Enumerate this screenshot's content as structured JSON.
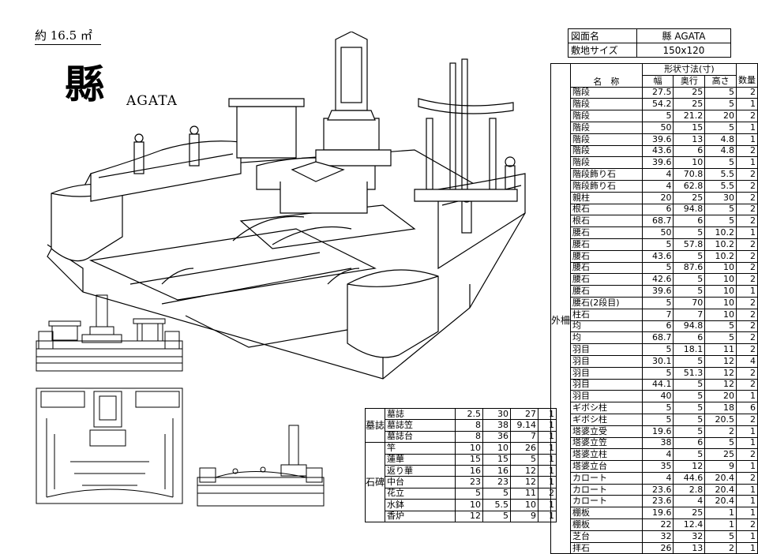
{
  "area_label": "約 16.5 ㎡",
  "title_kanji": "縣",
  "title_roman": "AGATA",
  "info": {
    "drawing_name_label": "図面名",
    "drawing_name_value": "縣 AGATA",
    "site_size_label": "敷地サイズ",
    "site_size_value": "150x120"
  },
  "spec_table": {
    "header_top": "形状寸法(寸)",
    "header_name": "名　称",
    "header_cols": [
      "幅",
      "奥行",
      "高さ",
      "数量"
    ],
    "group_label": "外柵",
    "rows": [
      [
        "階段",
        "27.5",
        "25",
        "5",
        "2"
      ],
      [
        "階段",
        "54.2",
        "25",
        "5",
        "1"
      ],
      [
        "階段",
        "5",
        "21.2",
        "20",
        "2"
      ],
      [
        "階段",
        "50",
        "15",
        "5",
        "1"
      ],
      [
        "階段",
        "39.6",
        "13",
        "4.8",
        "1"
      ],
      [
        "階段",
        "43.6",
        "6",
        "4.8",
        "2"
      ],
      [
        "階段",
        "39.6",
        "10",
        "5",
        "1"
      ],
      [
        "階段飾り石",
        "4",
        "70.8",
        "5.5",
        "2"
      ],
      [
        "階段飾り石",
        "4",
        "62.8",
        "5.5",
        "2"
      ],
      [
        "親柱",
        "20",
        "25",
        "30",
        "2"
      ],
      [
        "根石",
        "6",
        "94.8",
        "5",
        "2"
      ],
      [
        "根石",
        "68.7",
        "6",
        "5",
        "2"
      ],
      [
        "腰石",
        "50",
        "5",
        "10.2",
        "1"
      ],
      [
        "腰石",
        "5",
        "57.8",
        "10.2",
        "2"
      ],
      [
        "腰石",
        "43.6",
        "5",
        "10.2",
        "2"
      ],
      [
        "腰石",
        "5",
        "87.6",
        "10",
        "2"
      ],
      [
        "腰石",
        "42.6",
        "5",
        "10",
        "2"
      ],
      [
        "腰石",
        "39.6",
        "5",
        "10",
        "1"
      ],
      [
        "腰石(2段目)",
        "5",
        "70",
        "10",
        "2"
      ],
      [
        "柱石",
        "7",
        "7",
        "10",
        "2"
      ],
      [
        "均",
        "6",
        "94.8",
        "5",
        "2"
      ],
      [
        "均",
        "68.7",
        "6",
        "5",
        "2"
      ],
      [
        "羽目",
        "5",
        "18.1",
        "11",
        "2"
      ],
      [
        "羽目",
        "30.1",
        "5",
        "12",
        "4"
      ],
      [
        "羽目",
        "5",
        "51.3",
        "12",
        "2"
      ],
      [
        "羽目",
        "44.1",
        "5",
        "12",
        "2"
      ],
      [
        "羽目",
        "40",
        "5",
        "20",
        "1"
      ],
      [
        "ギボシ柱",
        "5",
        "5",
        "18",
        "6"
      ],
      [
        "ギボシ柱",
        "5",
        "5",
        "20.5",
        "2"
      ],
      [
        "塔婆立受",
        "19.6",
        "5",
        "2",
        "1"
      ],
      [
        "塔婆立笠",
        "38",
        "6",
        "5",
        "1"
      ],
      [
        "塔婆立柱",
        "4",
        "5",
        "25",
        "2"
      ],
      [
        "塔婆立台",
        "35",
        "12",
        "9",
        "1"
      ],
      [
        "カロート",
        "4",
        "44.6",
        "20.4",
        "2"
      ],
      [
        "カロート",
        "23.6",
        "2.8",
        "20.4",
        "1"
      ],
      [
        "カロート",
        "23.6",
        "4",
        "20.4",
        "1"
      ],
      [
        "棚板",
        "19.6",
        "25",
        "1",
        "1"
      ],
      [
        "棚板",
        "22",
        "12.4",
        "1",
        "2"
      ],
      [
        "芝台",
        "32",
        "32",
        "5",
        "1"
      ],
      [
        "拝石",
        "26",
        "13",
        "2",
        "1"
      ]
    ]
  },
  "stone_table": {
    "groups": [
      {
        "label": "墓誌",
        "rows": [
          [
            "墓誌",
            "2.5",
            "30",
            "27",
            "1"
          ],
          [
            "墓誌笠",
            "8",
            "38",
            "9.14",
            "1"
          ],
          [
            "墓誌台",
            "8",
            "36",
            "7",
            "1"
          ]
        ]
      },
      {
        "label": "石碑",
        "rows": [
          [
            "竿",
            "10",
            "10",
            "26",
            "1"
          ],
          [
            "蓮華",
            "15",
            "15",
            "5",
            "1"
          ],
          [
            "返り華",
            "16",
            "16",
            "12",
            "1"
          ],
          [
            "中台",
            "23",
            "23",
            "12",
            "1"
          ],
          [
            "花立",
            "5",
            "5",
            "11",
            "2"
          ],
          [
            "水鉢",
            "10",
            "5.5",
            "10",
            "1"
          ],
          [
            "香炉",
            "12",
            "5",
            "9",
            "1"
          ]
        ]
      }
    ]
  }
}
